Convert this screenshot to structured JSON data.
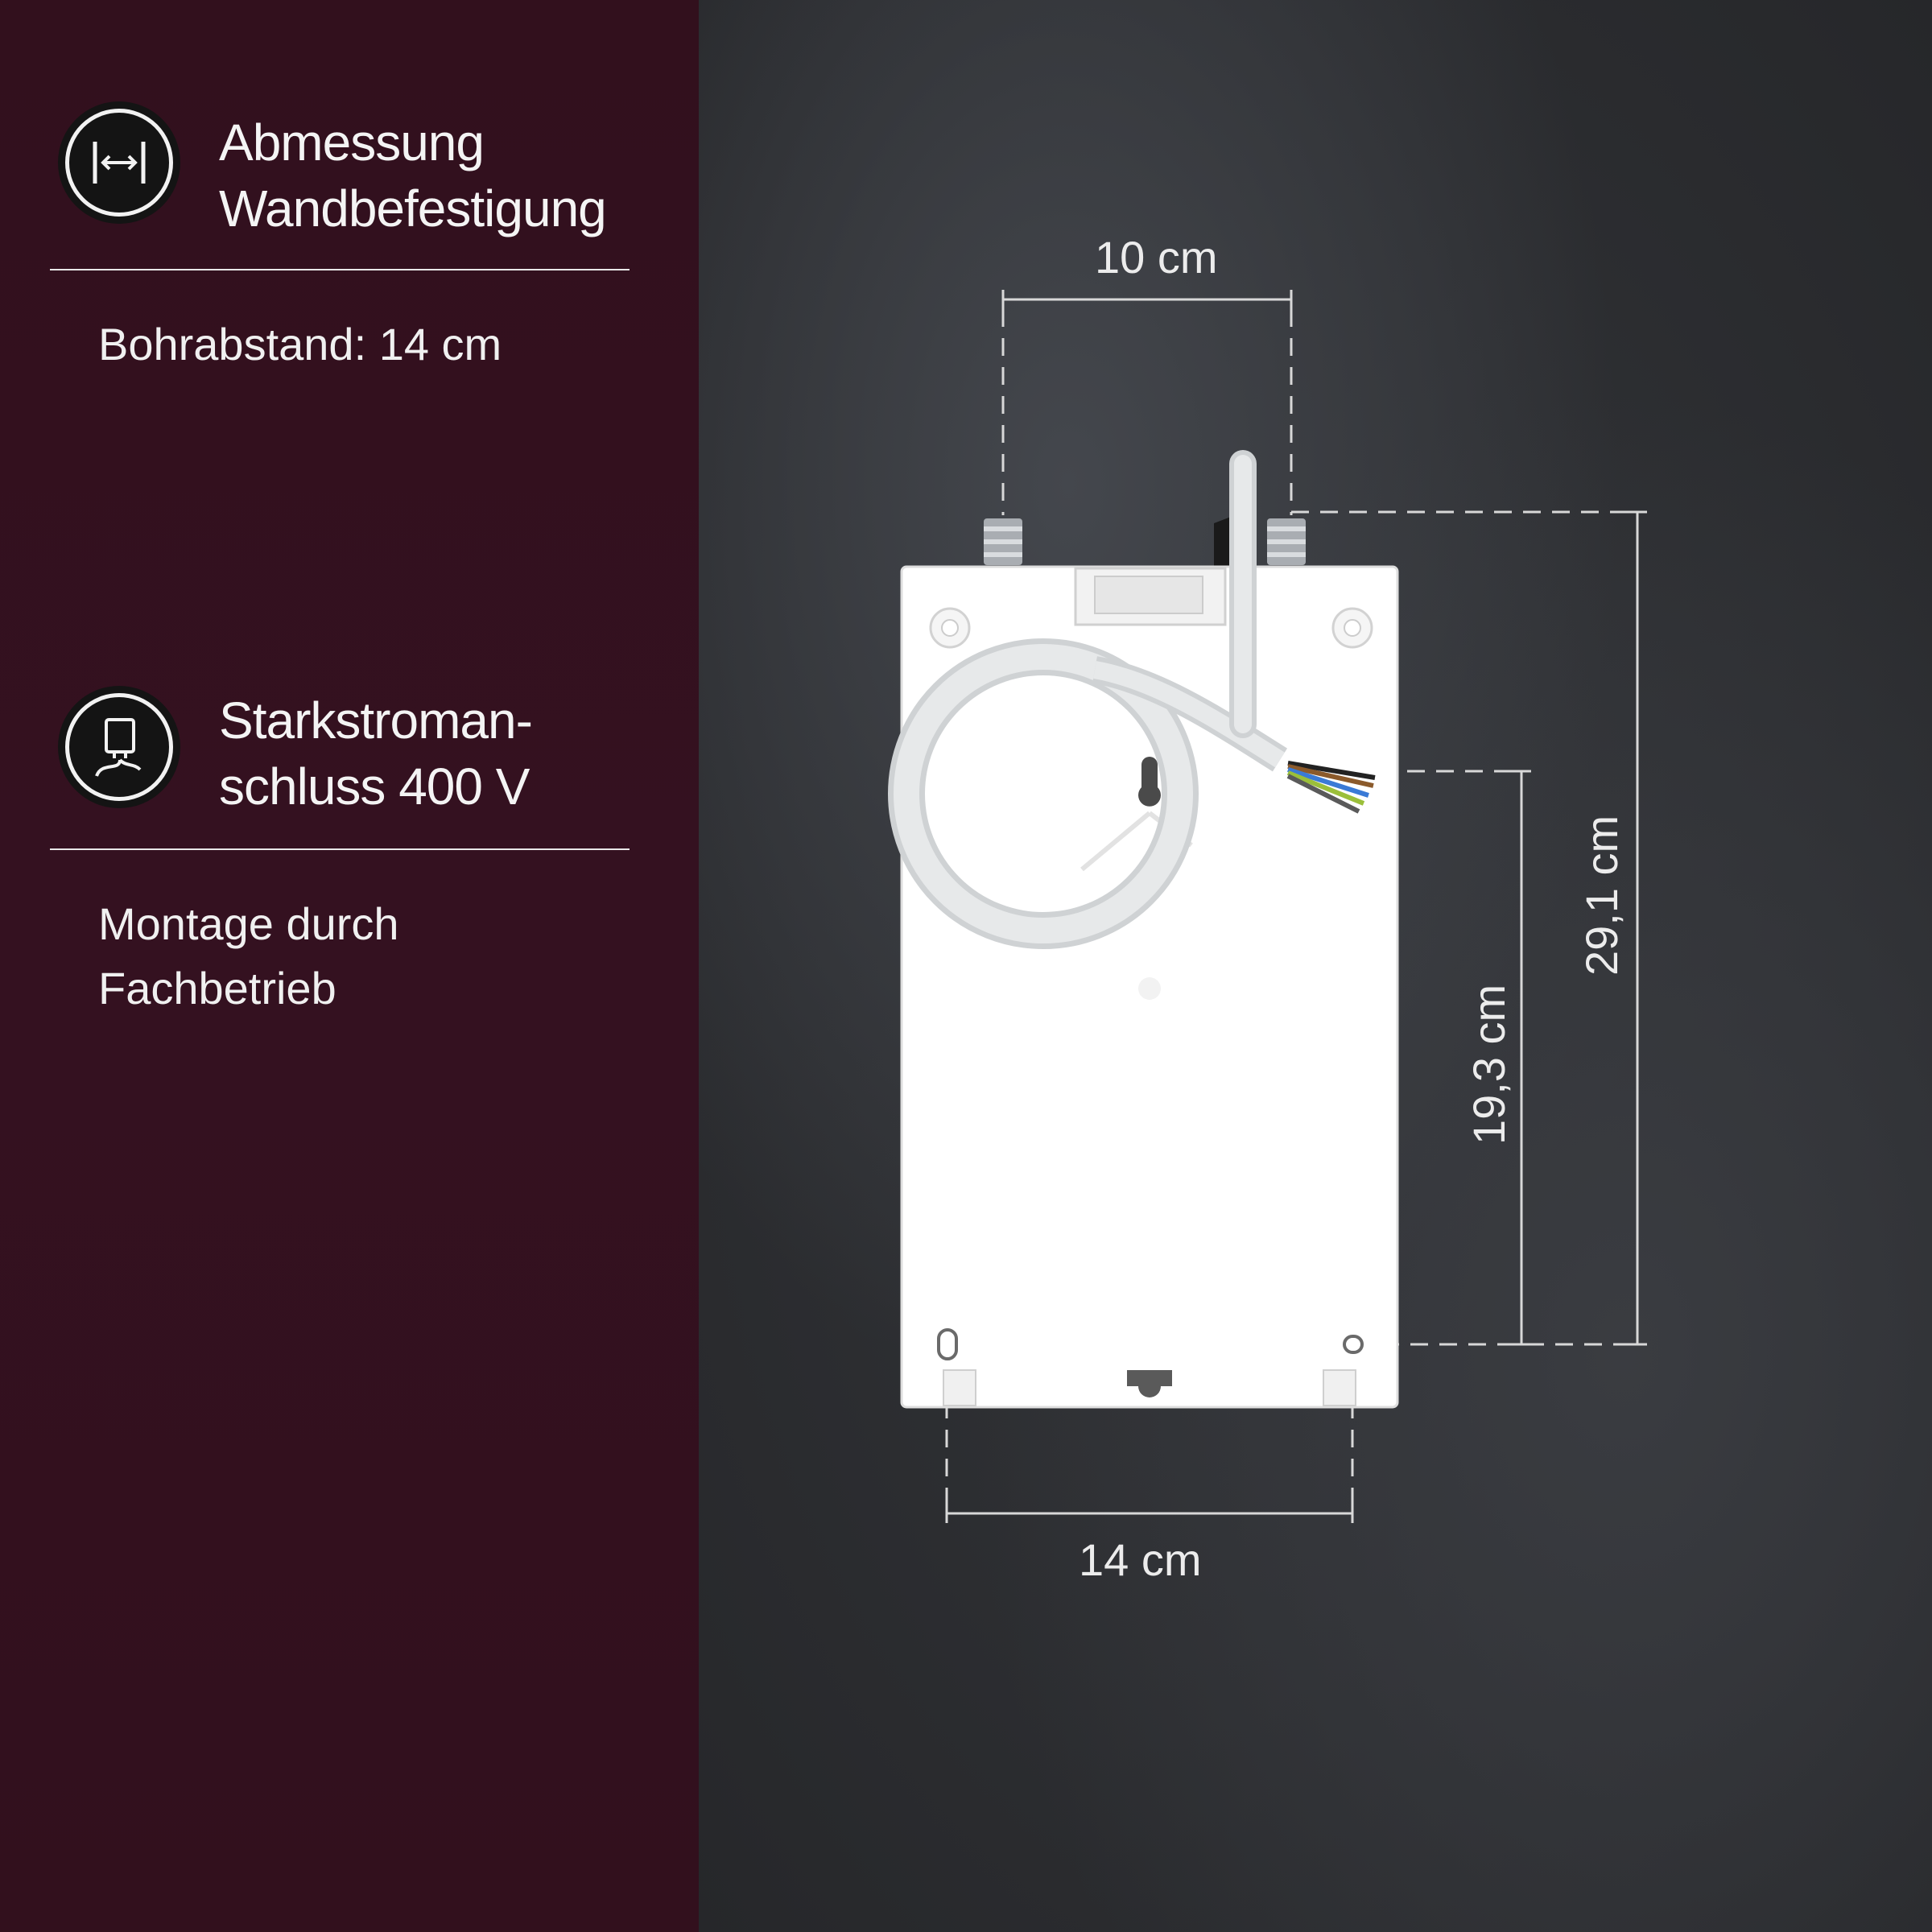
{
  "features": [
    {
      "icon": "horizontal-measure-icon",
      "title_line1": "Abmessung",
      "title_line2": "Wandbefestigung",
      "description_line1": "Bohrabstand: 14 cm",
      "description_line2": ""
    },
    {
      "icon": "power-connection-icon",
      "title_line1": "Starkstroman-",
      "title_line2": "schluss 400 V",
      "description_line1": "Montage durch",
      "description_line2": "Fachbetrieb"
    }
  ],
  "dimensions": {
    "top_width": "10 cm",
    "bottom_width": "14 cm",
    "inner_height": "19,3 cm",
    "total_height": "29,1 cm"
  },
  "colors": {
    "panel": "#33111e",
    "wall": "#2e3034",
    "device": "#ffffff",
    "text": "#f2f2f2"
  }
}
